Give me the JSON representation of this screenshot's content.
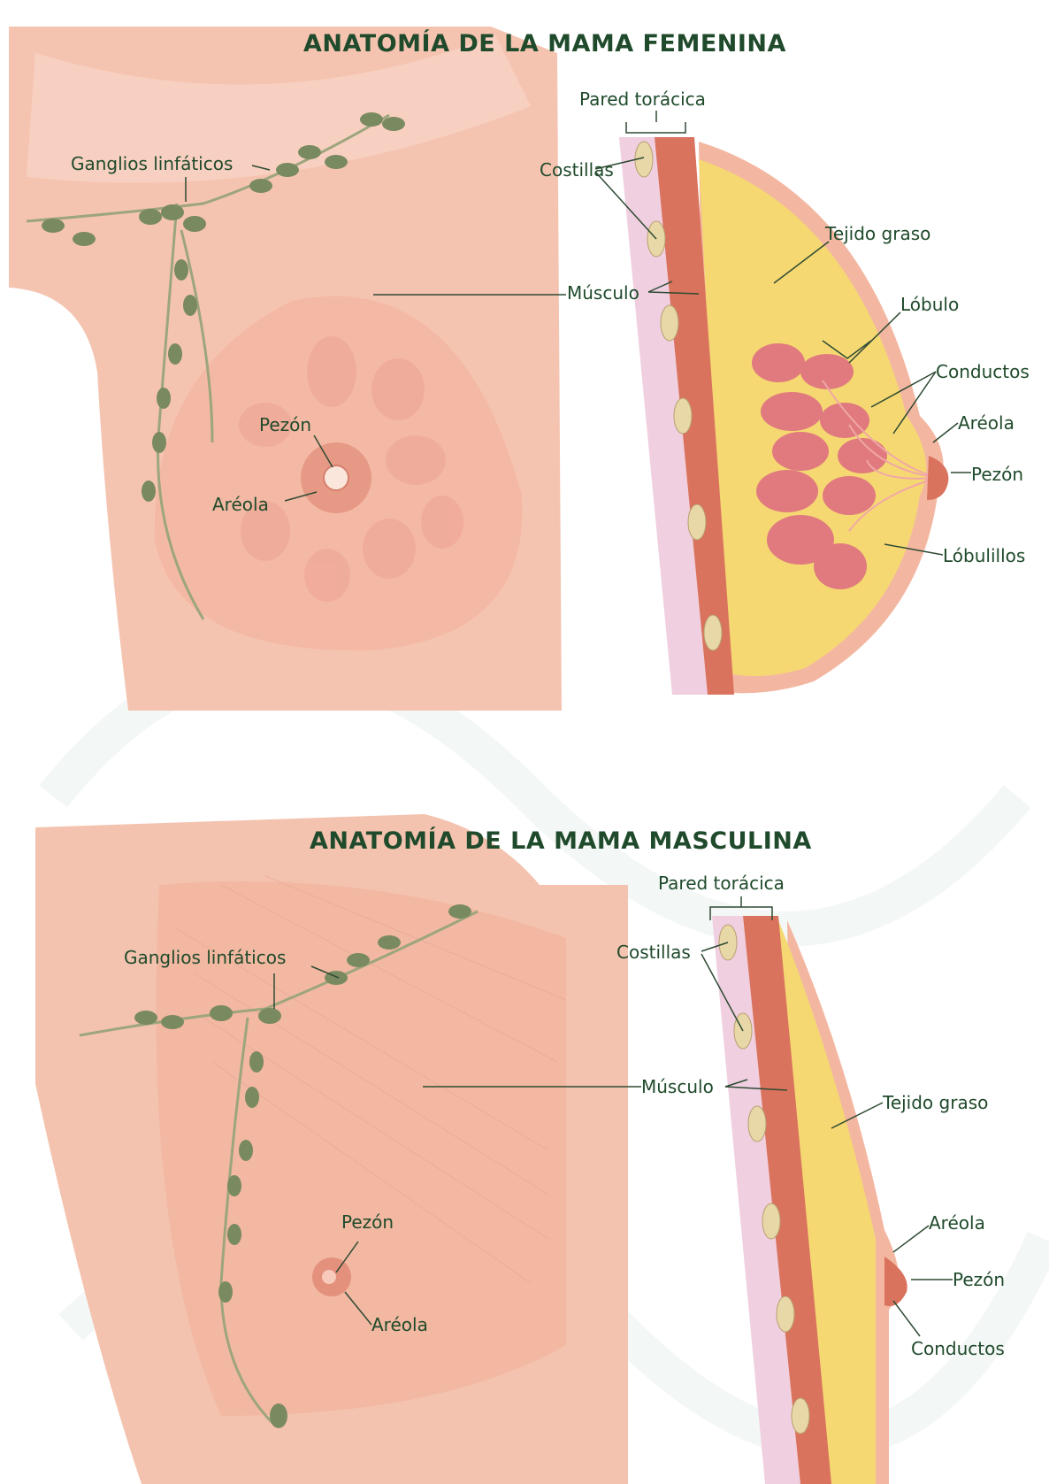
{
  "colors": {
    "text": "#1f4a2b",
    "skin": "#f6c6b2",
    "skin_dark": "#e79c84",
    "fat": "#f6db7a",
    "lobule": "#e07a7f",
    "muscle": "#d9735e",
    "node": "#7a8a60",
    "line": "#2e4a33"
  },
  "female": {
    "title": "ANATOMÍA DE LA MAMA FEMENINA",
    "labels": {
      "ganglios": "Ganglios linfáticos",
      "pezon_front": "Pezón",
      "areola_front": "Aréola",
      "pared": "Pared torácica",
      "costillas": "Costillas",
      "musculo": "Músculo",
      "tejido": "Tejido graso",
      "lobulo": "Lóbulo",
      "conductos": "Conductos",
      "areola_side": "Aréola",
      "pezon_side": "Pezón",
      "lobulillos": "Lóbulillos"
    }
  },
  "male": {
    "title": "ANATOMÍA DE LA MAMA MASCULINA",
    "labels": {
      "ganglios": "Ganglios linfáticos",
      "pezon_front": "Pezón",
      "areola_front": "Aréola",
      "pared": "Pared torácica",
      "costillas": "Costillas",
      "musculo": "Músculo",
      "tejido": "Tejido graso",
      "areola_side": "Aréola",
      "pezon_side": "Pezón",
      "conductos": "Conductos"
    }
  }
}
